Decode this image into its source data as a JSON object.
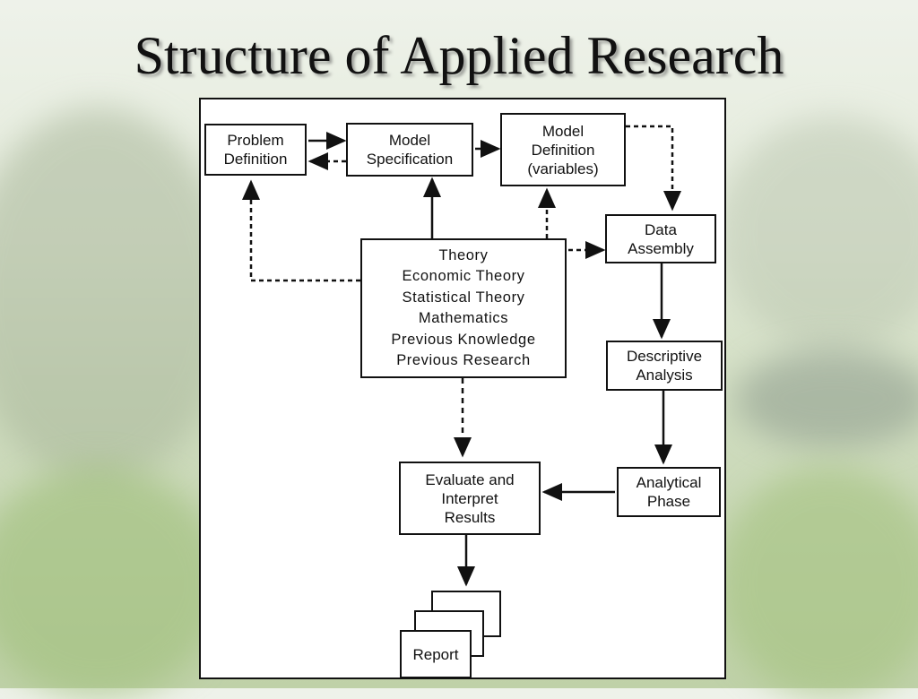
{
  "title": "Structure of Applied Research",
  "nodes": {
    "problem_definition": [
      "Problem",
      "Definition"
    ],
    "model_specification": [
      "Model",
      "Specification"
    ],
    "model_definition": [
      "Model",
      "Definition",
      "(variables)"
    ],
    "data_assembly": [
      "Data",
      "Assembly"
    ],
    "theory": [
      "Theory",
      "Economic Theory",
      "Statistical Theory",
      "Mathematics",
      "Previous Knowledge",
      "Previous Research"
    ],
    "descriptive_analysis": [
      "Descriptive",
      "Analysis"
    ],
    "analytical_phase": [
      "Analytical",
      "Phase"
    ],
    "evaluate_results": [
      "Evaluate and",
      "Interpret",
      "Results"
    ],
    "report": "Report"
  }
}
